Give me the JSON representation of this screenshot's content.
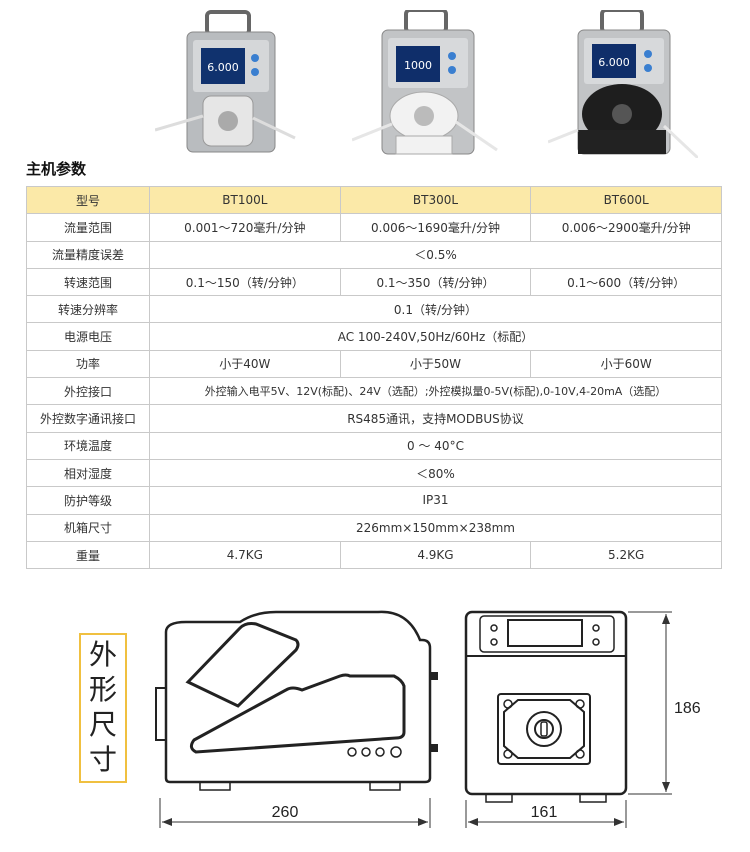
{
  "heading": "主机参数",
  "table": {
    "header": [
      "型号",
      "BT100L",
      "BT300L",
      "BT600L"
    ],
    "rows": [
      {
        "label": "流量范围",
        "values": [
          "0.001～720毫升/分钟",
          "0.006～1690毫升/分钟",
          "0.006～2900毫升/分钟"
        ]
      },
      {
        "label": "流量精度误差",
        "values": [
          "＜0.5%"
        ]
      },
      {
        "label": "转速范围",
        "values": [
          "0.1～150（转/分钟）",
          "0.1～350（转/分钟）",
          "0.1～600（转/分钟）"
        ]
      },
      {
        "label": "转速分辨率",
        "values": [
          "0.1（转/分钟）"
        ]
      },
      {
        "label": "电源电压",
        "values": [
          "AC 100-240V,50Hz/60Hz（标配）"
        ]
      },
      {
        "label": "功率",
        "values": [
          "小于40W",
          "小于50W",
          "小于60W"
        ]
      },
      {
        "label": "外控接口",
        "values": [
          "外控输入电平5V、12V(标配)、24V（选配）;外控模拟量0-5V(标配),0-10V,4-20mA（选配）"
        ]
      },
      {
        "label": "外控数字通讯接口",
        "values": [
          "RS485通讯，支持MODBUS协议"
        ]
      },
      {
        "label": "环境温度",
        "values": [
          "0 ～ 40°C"
        ]
      },
      {
        "label": "相对湿度",
        "values": [
          "＜80%"
        ]
      },
      {
        "label": "防护等级",
        "values": [
          "IP31"
        ]
      },
      {
        "label": "机箱尺寸",
        "values": [
          "226mm×150mm×238mm"
        ]
      },
      {
        "label": "重量",
        "values": [
          "4.7KG",
          "4.9KG",
          "5.2KG"
        ]
      }
    ]
  },
  "pumps": [
    {
      "model": "BT100L",
      "screen": "6.000",
      "head_color": "#e6e6e6"
    },
    {
      "model": "BT300L",
      "screen": "1000",
      "head_color": "#f2f2f2"
    },
    {
      "model": "BT600L",
      "screen": "6.000",
      "head_color": "#1e1e1e"
    }
  ],
  "dimensions": {
    "title": "外形尺寸",
    "width_label": "260",
    "depth_label": "161",
    "height_label": "186"
  }
}
